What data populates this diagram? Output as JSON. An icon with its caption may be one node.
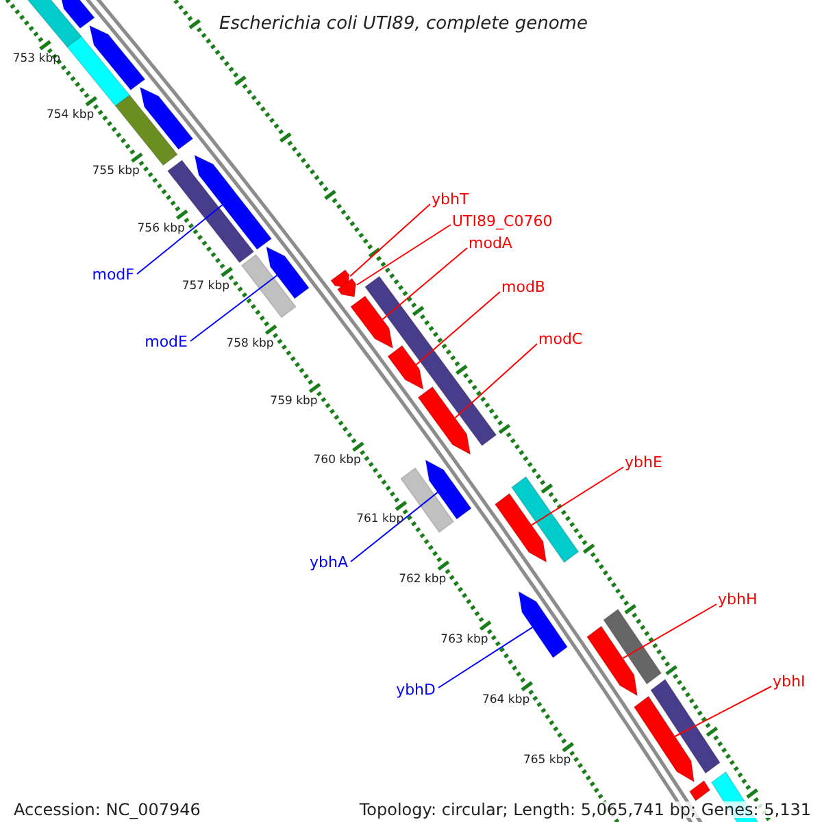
{
  "diagram": {
    "title": "Escherichia coli UTI89, complete genome",
    "nodes": [
      {
        "text": [
          "ybhT"
        ]
      },
      {
        "text": [
          "UTI89_C0760"
        ]
      },
      {
        "text": [
          "modA"
        ]
      },
      {
        "text": [
          "modF"
        ]
      },
      {
        "text": [
          "modB"
        ]
      },
      {
        "text": [
          "modC"
        ]
      },
      {
        "text": [
          "modE"
        ]
      },
      {
        "text": [
          "ybhE"
        ]
      },
      {
        "text": [
          "ybhA"
        ]
      },
      {
        "text": [
          "ybhH"
        ]
      },
      {
        "text": [
          "ybhI"
        ]
      },
      {
        "text": [
          "ybhD"
        ]
      },
      {
        "text": [],
        "shape": "bar"
      },
      {
        "text": [],
        "shape": "bar"
      },
      {
        "text": [],
        "shape": "bar"
      },
      {
        "text": [],
        "shape": "bar"
      },
      {
        "text": [],
        "shape": "bar"
      },
      {
        "text": [],
        "shape": "bar"
      },
      {
        "text": [],
        "shape": "bar"
      },
      {
        "text": [],
        "shape": "bar"
      },
      {
        "text": [],
        "shape": "bar"
      },
      {
        "text": [],
        "shape": "bar"
      },
      {
        "text": [],
        "shape": "bar"
      },
      {
        "text": [],
        "shape": "bar"
      },
      {
        "text": [],
        "shape": "bar"
      },
      {
        "text": [],
        "shape": "bar"
      },
      {
        "text": [],
        "shape": "bar"
      },
      {
        "text": [],
        "shape": "bar"
      }
    ],
    "edges": [
      {
        "from": 0,
        "to": 17,
        "arrow": "none"
      },
      {
        "from": 1,
        "to": 18,
        "arrow": "none"
      },
      {
        "from": 2,
        "to": 19,
        "arrow": "none"
      },
      {
        "from": 3,
        "to": 15,
        "arrow": "none",
        "color": "#0000ff"
      },
      {
        "from": 4,
        "to": 20,
        "arrow": "none"
      },
      {
        "from": 5,
        "to": 21,
        "arrow": "none"
      },
      {
        "from": 6,
        "to": 16,
        "arrow": "none",
        "color": "#0000ff"
      },
      {
        "from": 7,
        "to": 23,
        "arrow": "none"
      },
      {
        "from": 8,
        "to": 22,
        "arrow": "none",
        "color": "#0000ff"
      },
      {
        "from": 9,
        "to": 25,
        "arrow": "none"
      },
      {
        "from": 10,
        "to": 26,
        "arrow": "none"
      },
      {
        "from": 11,
        "to": 24,
        "arrow": "none",
        "color": "#0000ff"
      }
    ],
    "labels": [
      "753 kbp",
      "754 kbp",
      "755 kbp",
      "756 kbp",
      "757 kbp",
      "758 kbp",
      "759 kbp",
      "760 kbp",
      "761 kbp",
      "762 kbp",
      "763 kbp",
      "764 kbp",
      "765 kbp",
      "Accession: NC_007946",
      "Topology: circular; Length: 5,065,741 bp; Genes: 5,131"
    ]
  }
}
